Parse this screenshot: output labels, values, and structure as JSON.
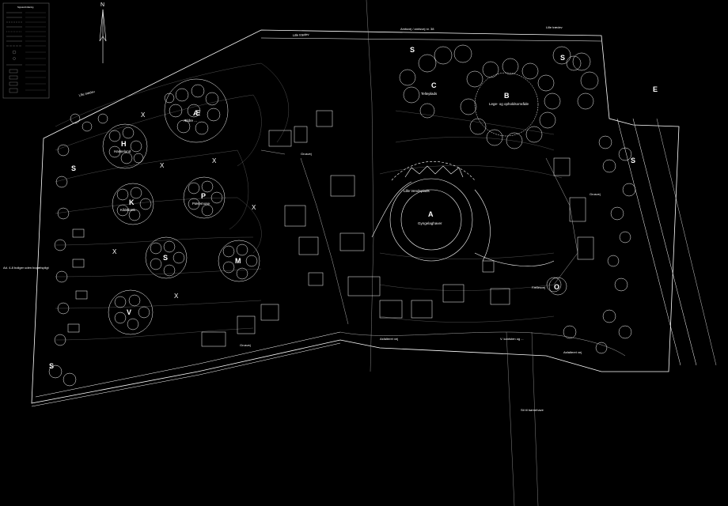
{
  "north_label": "N",
  "legend": {
    "title": "Signaturforklaring"
  },
  "zones": [
    {
      "id": "a",
      "letter": "A",
      "caption": "Gyngelaghaver"
    },
    {
      "id": "b",
      "letter": "B",
      "caption": "Lege- og opholdsområde"
    },
    {
      "id": "c",
      "letter": "C",
      "caption": "Telteplads"
    },
    {
      "id": "ae",
      "letter": "Æ",
      "caption": "Ældre ..."
    },
    {
      "id": "h",
      "letter": "H",
      "caption": "Hasselund"
    },
    {
      "id": "k",
      "letter": "K",
      "caption": "Kildebæk"
    },
    {
      "id": "p",
      "letter": "P",
      "caption": "Pæremose"
    },
    {
      "id": "s",
      "letter": "S",
      "caption": ""
    },
    {
      "id": "m",
      "letter": "M",
      "caption": ""
    },
    {
      "id": "v",
      "letter": "V",
      "caption": ""
    },
    {
      "id": "o",
      "letter": "O",
      "caption": ""
    },
    {
      "id": "e",
      "letter": "E",
      "caption": ""
    }
  ],
  "s_marks": [
    "S",
    "S",
    "S",
    "S",
    "S"
  ],
  "x_marks": [
    "X",
    "X",
    "X",
    "X",
    "X",
    "X"
  ],
  "labels": {
    "lille_vendeplads": "Lille Vendeplads",
    "lille_tradevej_1": "Lille trædev",
    "lille_tradevej_2": "Lille trædev",
    "lille_tradevej_3": "Lille trædev",
    "gruvej_1": "Grusvej",
    "gruvej_2": "Grusvej",
    "gruvej_3": "Grusvej",
    "adlaftent_vej_1": "Asfalteret vej",
    "adlaftent_vej_2": "Asfalteret vej",
    "faellesvej": "Fællesvej",
    "vent_kanne": "V. kantsten og ...",
    "sti_til_barnehave": "Sti til børnehave",
    "fyn_note": "Ad. 4-8 boliger uden bopælspligt",
    "amtsvej": "Amtsvej / amtsvej nr. 38"
  }
}
